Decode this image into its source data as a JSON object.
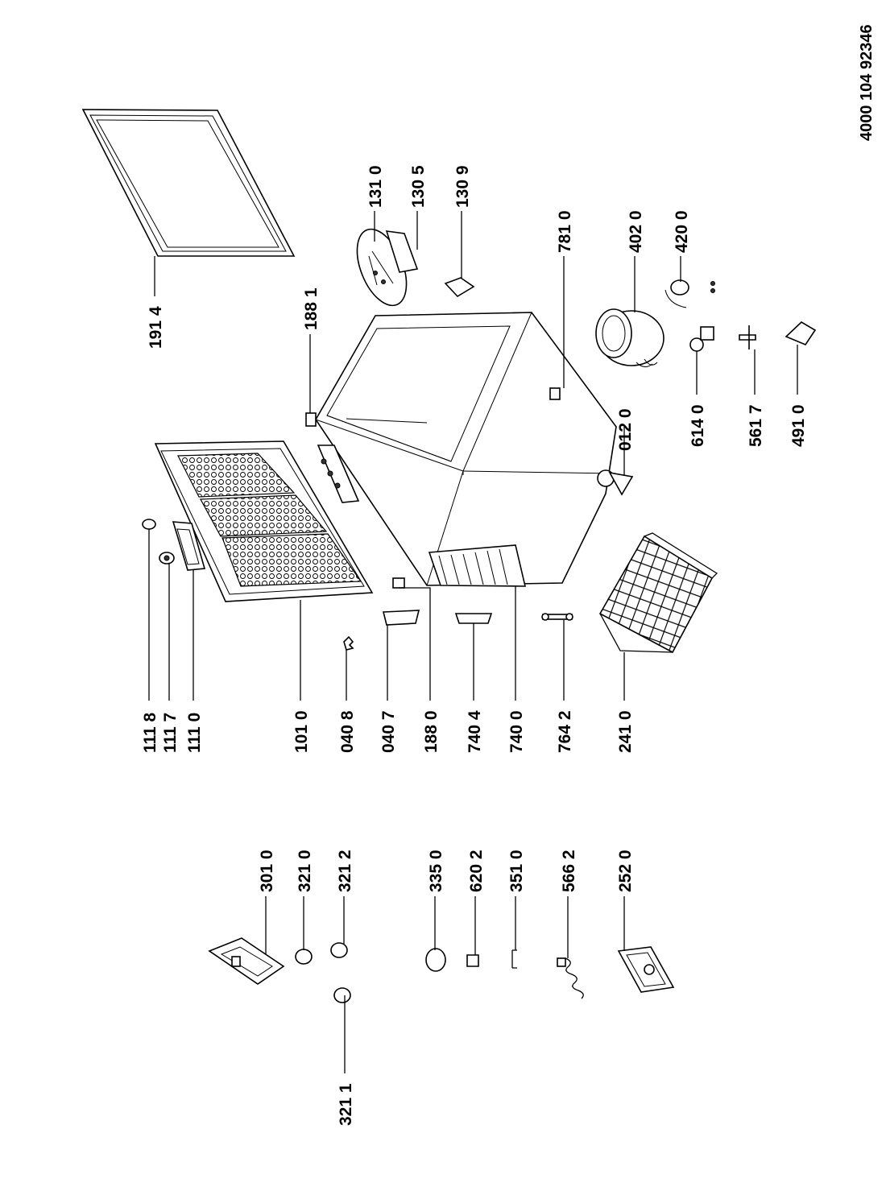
{
  "document_number": "4000 104 92346",
  "parts": [
    {
      "id": "p3211",
      "label": "321 1"
    },
    {
      "id": "p3010",
      "label": "301 0"
    },
    {
      "id": "p3210",
      "label": "321 0"
    },
    {
      "id": "p3212",
      "label": "321 2"
    },
    {
      "id": "p3350",
      "label": "335 0"
    },
    {
      "id": "p6202",
      "label": "620 2"
    },
    {
      "id": "p3510",
      "label": "351 0"
    },
    {
      "id": "p5662",
      "label": "566 2"
    },
    {
      "id": "p2520",
      "label": "252 0"
    },
    {
      "id": "p1118",
      "label": "111 8"
    },
    {
      "id": "p1117",
      "label": "111 7"
    },
    {
      "id": "p1110",
      "label": "111 0"
    },
    {
      "id": "p1010",
      "label": "101 0"
    },
    {
      "id": "p0408",
      "label": "040 8"
    },
    {
      "id": "p0407",
      "label": "040 7"
    },
    {
      "id": "p1880",
      "label": "188 0"
    },
    {
      "id": "p7404",
      "label": "740 4"
    },
    {
      "id": "p7400",
      "label": "740 0"
    },
    {
      "id": "p7642",
      "label": "764 2"
    },
    {
      "id": "p2410",
      "label": "241 0"
    },
    {
      "id": "p1914",
      "label": "191 4"
    },
    {
      "id": "p1881",
      "label": "188 1"
    },
    {
      "id": "p1310",
      "label": "131 0"
    },
    {
      "id": "p1305",
      "label": "130 5"
    },
    {
      "id": "p1309",
      "label": "130 9"
    },
    {
      "id": "p7810",
      "label": "781 0"
    },
    {
      "id": "p0120",
      "label": "012 0"
    },
    {
      "id": "p4020",
      "label": "402 0"
    },
    {
      "id": "p4200",
      "label": "420 0"
    },
    {
      "id": "p6140",
      "label": "614 0"
    },
    {
      "id": "p5617",
      "label": "561 7"
    },
    {
      "id": "p4910",
      "label": "491 0"
    }
  ]
}
